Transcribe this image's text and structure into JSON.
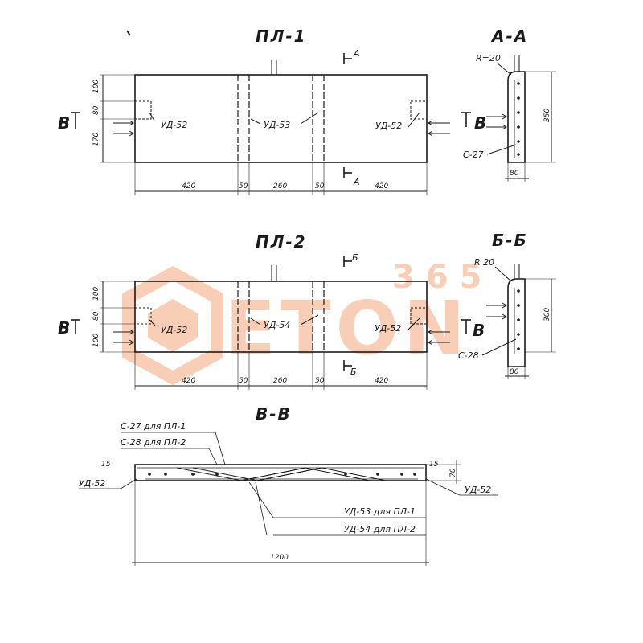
{
  "watermark": {
    "text": "ETON",
    "number": "365",
    "color": "#f3a77b"
  },
  "pl1": {
    "title": "ПЛ-1",
    "section_marker": "А",
    "left_detail": "УД-52",
    "center_detail": "УД-53",
    "right_detail": "УД-52",
    "cut_label": "В",
    "vertical_dims": [
      "100",
      "80",
      "170"
    ],
    "horizontal_dims": [
      "420",
      "50",
      "260",
      "50",
      "420"
    ]
  },
  "pl2": {
    "title": "ПЛ-2",
    "section_marker": "Б",
    "left_detail": "УД-52",
    "center_detail": "УД-54",
    "right_detail": "УД-52",
    "cut_label": "В",
    "vertical_dims": [
      "100",
      "80",
      "100"
    ],
    "horizontal_dims": [
      "420",
      "50",
      "260",
      "50",
      "420"
    ]
  },
  "section_aa": {
    "title": "А-А",
    "radius_label": "R=20",
    "height_dim": "350",
    "width_dim": "80",
    "cut_label": "В",
    "rebar_label": "С-27"
  },
  "section_bb": {
    "title": "Б-Б",
    "radius_label": "R 20",
    "height_dim": "300",
    "width_dim": "80",
    "cut_label": "В",
    "rebar_label": "С-28"
  },
  "section_vv": {
    "title": "В-В",
    "note1": "С-27 для ПЛ-1",
    "note2": "С-28 для ПЛ-2",
    "left_label": "УД-52",
    "right_label": "УД-52",
    "note3": "УД-53 для ПЛ-1",
    "note4": "УД-54 для ПЛ-2",
    "length_dim": "1200",
    "left_small_dim": "15",
    "right_small_dim": "15",
    "right_height_dim": "70"
  }
}
